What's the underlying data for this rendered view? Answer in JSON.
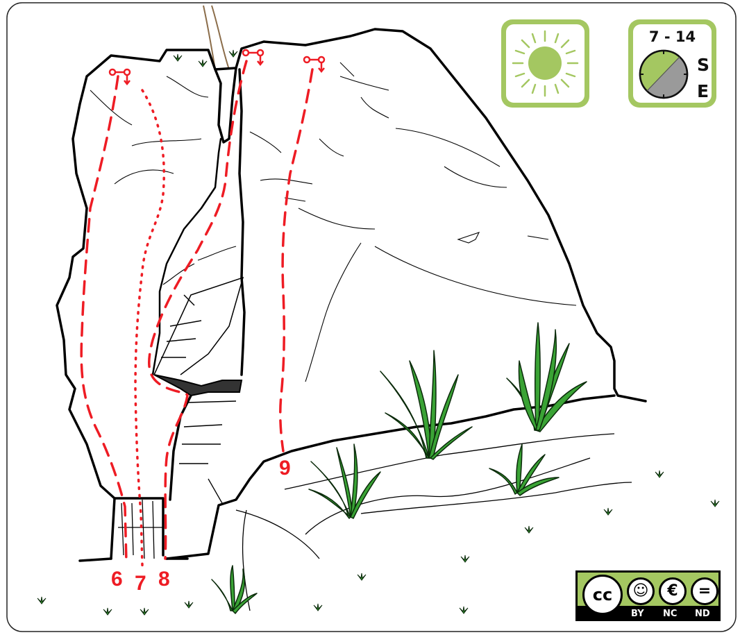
{
  "routes": [
    {
      "number": "6",
      "style": "dashed"
    },
    {
      "number": "7",
      "style": "dotted"
    },
    {
      "number": "8",
      "style": "dashed"
    },
    {
      "number": "9",
      "style": "dashed"
    }
  ],
  "sun_icon": {
    "name": "sun-icon",
    "color": "#a4c761"
  },
  "sun_exposure": {
    "hours": "7 - 14",
    "directions": [
      "S",
      "E"
    ]
  },
  "license": {
    "main": "cc",
    "labels": [
      "BY",
      "NC",
      "ND"
    ]
  },
  "colors": {
    "route": "#ee1c24",
    "badge": "#a4c761",
    "plant": "#3aa335",
    "rock_line": "#000000"
  }
}
